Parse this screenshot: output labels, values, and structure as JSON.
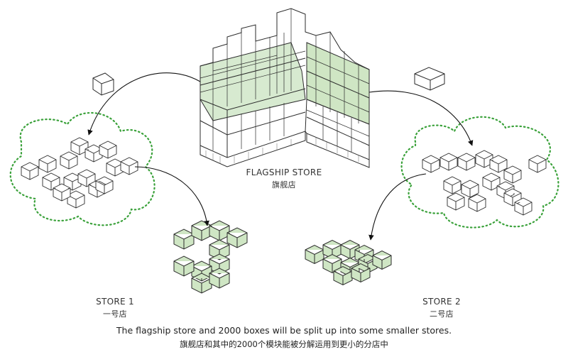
{
  "labels": {
    "flagship_en": "FLAGSHIP STORE",
    "flagship_zh": "旗舰店",
    "store1_en": "STORE 1",
    "store1_zh": "一号店",
    "store2_en": "STORE 2",
    "store2_zh": "二号店"
  },
  "caption": {
    "en": "The flagship store and 2000 boxes will be split up into some smaller stores.",
    "zh": "旗舰店和其中的2000个模块能被分解运用到更小的分店中"
  },
  "colors": {
    "box_green": "#cfe6c4",
    "line": "#2b2b2b",
    "cloud_dots": "#3aa13a",
    "arrow": "#111111"
  }
}
